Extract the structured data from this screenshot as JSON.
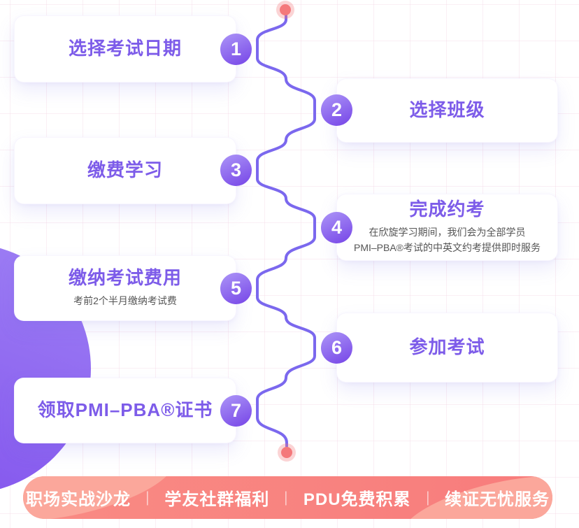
{
  "steps": [
    {
      "num": "1",
      "title": "选择考试日期",
      "subtitle_lines": []
    },
    {
      "num": "2",
      "title": "选择班级",
      "subtitle_lines": []
    },
    {
      "num": "3",
      "title": "缴费学习",
      "subtitle_lines": []
    },
    {
      "num": "4",
      "title": "完成约考",
      "subtitle_lines": [
        "在欣旋学习期间，我们会为全部学员",
        "PMI–PBA®考试的中英文约考提供即时服务"
      ]
    },
    {
      "num": "5",
      "title": "缴纳考试费用",
      "subtitle_lines": [
        "考前2个半月缴纳考试费"
      ]
    },
    {
      "num": "6",
      "title": "参加考试",
      "subtitle_lines": []
    },
    {
      "num": "7",
      "title": "领取PMI–PBA®证书",
      "subtitle_lines": []
    }
  ],
  "footer": {
    "items": [
      "职场实战沙龙",
      "学友社群福利",
      "PDU免费积累",
      "续证无忧服务"
    ],
    "separator": "|"
  },
  "colors": {
    "accent_purple": "#7D5CE9",
    "line_purple": "#7B68EE",
    "badge_gradient_start": "#A88FF6",
    "badge_gradient_end": "#7A4BE8",
    "blob_purple": "#8F6CF0",
    "footer_pink": "#F8807D",
    "footer_wave_pink": "#FBA79B",
    "endpoint_dot_red": "#F4797B",
    "subtitle_gray": "#555555"
  }
}
